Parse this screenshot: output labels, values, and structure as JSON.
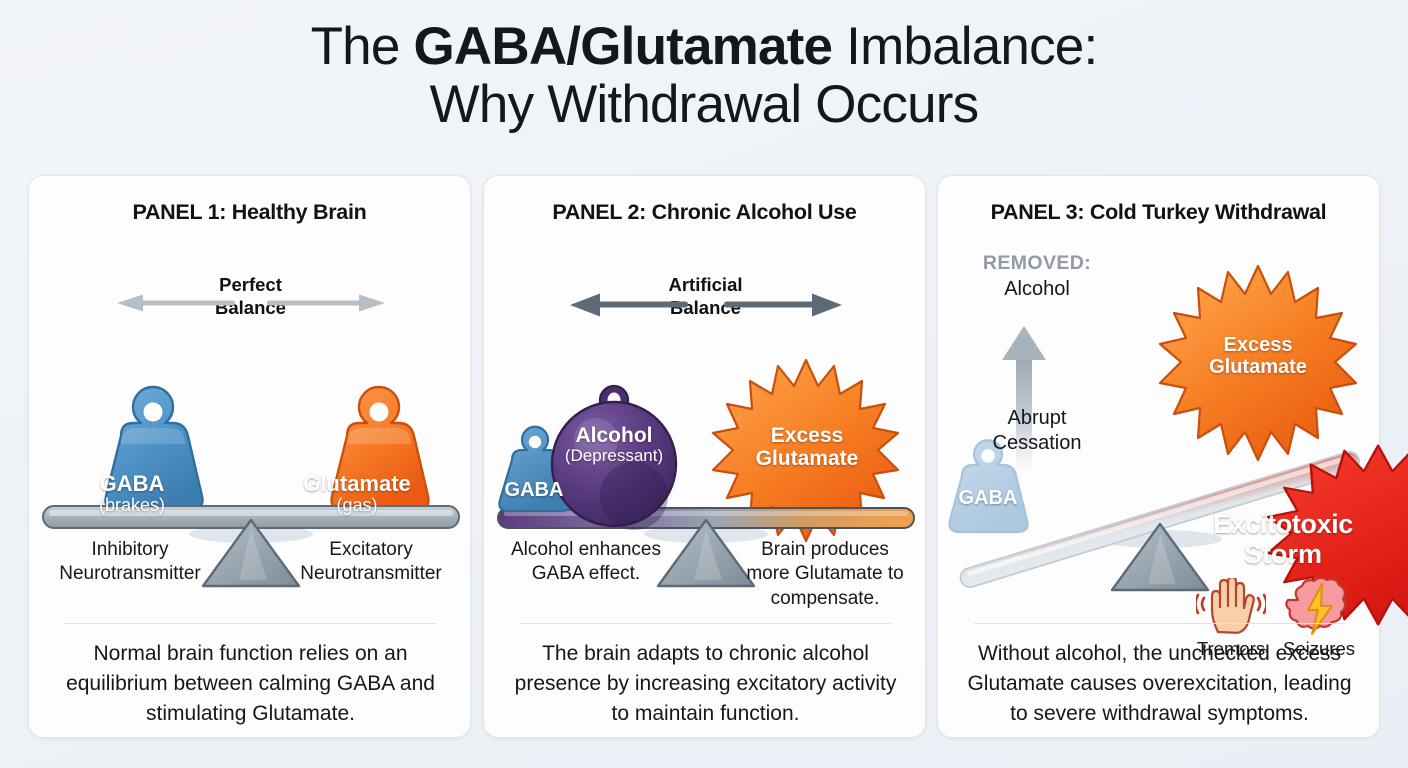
{
  "title": {
    "pre": "The ",
    "bold": "GABA/Glutamate",
    "post": " Imbalance:",
    "line2": "Why Withdrawal Occurs"
  },
  "colors": {
    "background": "#eef2f7",
    "card": "#fdfdfe",
    "card_border": "#dfe5ec",
    "gaba_blue": "#4a90c4",
    "glutamate_orange": "#f26a21",
    "alcohol_purple": "#5b3a7e",
    "storm_red": "#e8261c",
    "beam_gray": "#a7b0b8",
    "arrow_gray_light": "#b6bec6",
    "arrow_gray_dark": "#5d6b78",
    "removed_gray": "#939aa4",
    "text": "#14171c"
  },
  "panels": [
    {
      "id": "panel1",
      "title": "PANEL 1: Healthy Brain",
      "balance_label_line1": "Perfect",
      "balance_label_line2": "Balance",
      "left_weight": {
        "name": "GABA",
        "sub": "(brakes)",
        "color": "#4a90c4"
      },
      "right_weight": {
        "name": "Glutamate",
        "sub": "(gas)",
        "color": "#f26a21"
      },
      "left_side_text_line1": "Inhibitory",
      "left_side_text_line2": "Neurotransmitter",
      "right_side_text_line1": "Excitatory",
      "right_side_text_line2": "Neurotransmitter",
      "caption": "Normal brain function relies on an equilibrium between calming GABA and stimulating Glutamate."
    },
    {
      "id": "panel2",
      "title": "PANEL 2: Chronic Alcohol Use",
      "balance_label_line1": "Artificial",
      "balance_label_line2": "Balance",
      "gaba_label": "GABA",
      "alcohol_label": "Alcohol",
      "alcohol_sub": "(Depressant)",
      "burst_label_line1": "Excess",
      "burst_label_line2": "Glutamate",
      "note_left": "Alcohol enhances GABA effect.",
      "note_right": "Brain produces more Glutamate to compensate.",
      "caption": "The brain adapts to chronic alcohol presence by increasing excitatory activity to maintain function."
    },
    {
      "id": "panel3",
      "title": "PANEL 3: Cold Turkey Withdrawal",
      "removed_head": "REMOVED:",
      "removed_sub": "Alcohol",
      "abrupt_line1": "Abrupt",
      "abrupt_line2": "Cessation",
      "gaba_label": "GABA",
      "burst_label_line1": "Excess",
      "burst_label_line2": "Glutamate",
      "storm_line1": "Excitotoxic",
      "storm_line2": "Storm",
      "symptom_tremors": "Tremors",
      "symptom_seizures": "Seizures",
      "caption": "Without alcohol, the unchecked excess Glutamate causes overexcitation, leading to severe withdrawal symptoms."
    }
  ]
}
